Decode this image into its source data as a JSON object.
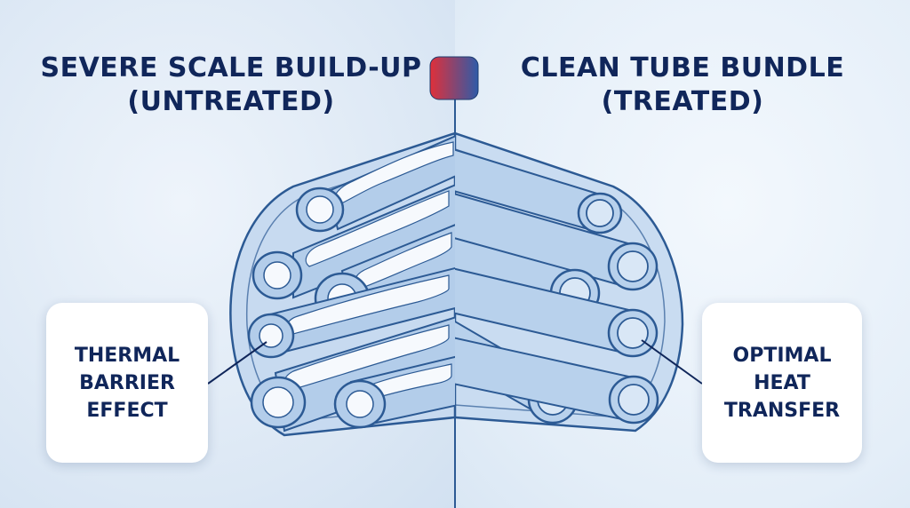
{
  "left_panel": {
    "title_line1": "SEVERE SCALE BUILD-UP",
    "title_line2": "(UNTREATED)",
    "callout": [
      "THERMAL",
      "BARRIER",
      "EFFECT"
    ]
  },
  "right_panel": {
    "title_line1": "CLEAN TUBE BUNDLE",
    "title_line2": "(TREATED)",
    "callout": [
      "OPTIMAL",
      "HEAT",
      "TRANSFER"
    ]
  },
  "colors": {
    "title_text": "#10265a",
    "outline": "#2c5a94",
    "tube_fill": "#b3cdea",
    "scale_deposit": "#f6f9fd",
    "indicator_hot": "#e0303a",
    "indicator_cool": "#2f5ba8"
  }
}
